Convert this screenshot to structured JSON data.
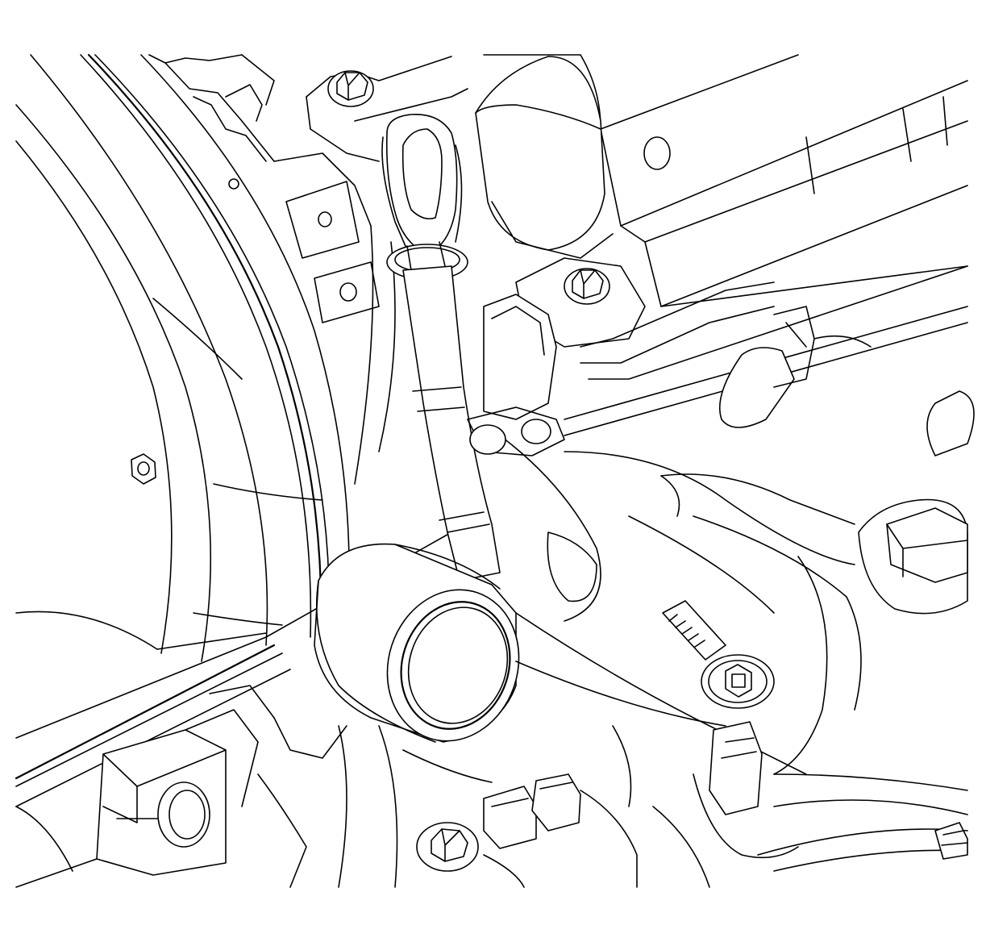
{
  "diagram": {
    "components": [
      {
        "id": "timing-cover",
        "icon": "engine-timing-cover"
      },
      {
        "id": "oil-dipstick",
        "icon": "dipstick-handle-loop"
      },
      {
        "id": "dipstick-tube",
        "icon": "tube"
      },
      {
        "id": "exhaust-manifold",
        "icon": "manifold"
      },
      {
        "id": "heat-shield-bolt",
        "icon": "bolt-with-washer"
      },
      {
        "id": "cam-cover-bolt",
        "icon": "hex-flange-bolt"
      },
      {
        "id": "mount-bracket",
        "icon": "bracket"
      },
      {
        "id": "spark-plug-tube",
        "icon": "cylindrical-boss"
      }
    ],
    "colors": {
      "line": "#000000",
      "background": "#ffffff"
    }
  }
}
